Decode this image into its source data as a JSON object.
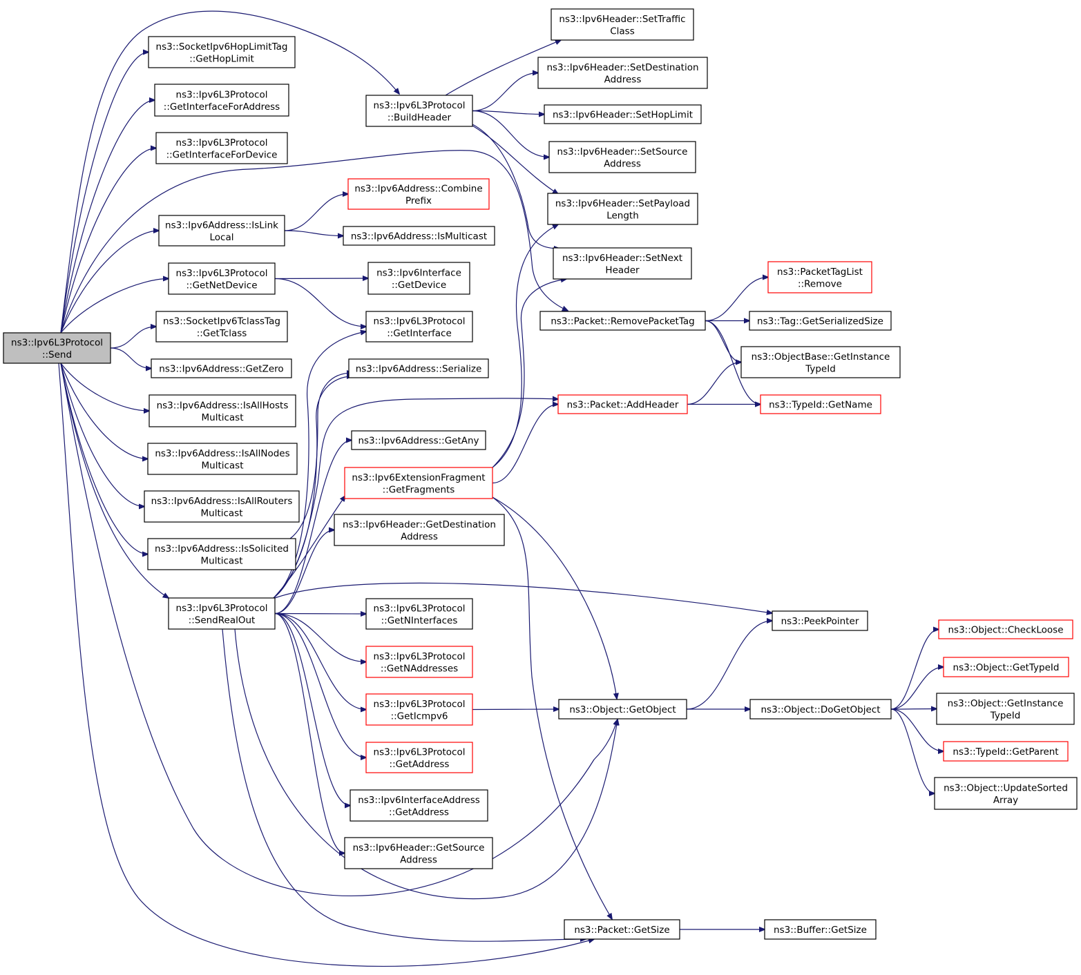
{
  "colors": {
    "edge": "#191970",
    "node_border": "#000000",
    "node_border_red": "#ff0000",
    "root_fill": "#bfbfbf",
    "node_fill": "#ffffff"
  },
  "nodes": [
    {
      "id": "send",
      "lines": [
        "ns3::Ipv6L3Protocol",
        "::Send"
      ],
      "border": "black",
      "root": true
    },
    {
      "id": "getHopLimit",
      "lines": [
        "ns3::SocketIpv6HopLimitTag",
        "::GetHopLimit"
      ],
      "border": "black"
    },
    {
      "id": "getIfaceForAddr",
      "lines": [
        "ns3::Ipv6L3Protocol",
        "::GetInterfaceForAddress"
      ],
      "border": "black"
    },
    {
      "id": "getIfaceForDev",
      "lines": [
        "ns3::Ipv6L3Protocol",
        "::GetInterfaceForDevice"
      ],
      "border": "black"
    },
    {
      "id": "isLinkLocal",
      "lines": [
        "ns3::Ipv6Address::IsLink",
        "Local"
      ],
      "border": "black"
    },
    {
      "id": "getNetDevice",
      "lines": [
        "ns3::Ipv6L3Protocol",
        "::GetNetDevice"
      ],
      "border": "black"
    },
    {
      "id": "getTclass",
      "lines": [
        "ns3::SocketIpv6TclassTag",
        "::GetTclass"
      ],
      "border": "black"
    },
    {
      "id": "getZero",
      "lines": [
        "ns3::Ipv6Address::GetZero"
      ],
      "border": "black"
    },
    {
      "id": "isAllHosts",
      "lines": [
        "ns3::Ipv6Address::IsAllHosts",
        "Multicast"
      ],
      "border": "black"
    },
    {
      "id": "isAllNodes",
      "lines": [
        "ns3::Ipv6Address::IsAllNodes",
        "Multicast"
      ],
      "border": "black"
    },
    {
      "id": "isAllRouters",
      "lines": [
        "ns3::Ipv6Address::IsAllRouters",
        "Multicast"
      ],
      "border": "black"
    },
    {
      "id": "isSolicited",
      "lines": [
        "ns3::Ipv6Address::IsSolicited",
        "Multicast"
      ],
      "border": "black"
    },
    {
      "id": "sendRealOut",
      "lines": [
        "ns3::Ipv6L3Protocol",
        "::SendRealOut"
      ],
      "border": "black"
    },
    {
      "id": "buildHeader",
      "lines": [
        "ns3::Ipv6L3Protocol",
        "::BuildHeader"
      ],
      "border": "black"
    },
    {
      "id": "combinePrefix",
      "lines": [
        "ns3::Ipv6Address::Combine",
        "Prefix"
      ],
      "border": "red"
    },
    {
      "id": "isMulticast",
      "lines": [
        "ns3::Ipv6Address::IsMulticast"
      ],
      "border": "black"
    },
    {
      "id": "ifaceGetDevice",
      "lines": [
        "ns3::Ipv6Interface",
        "::GetDevice"
      ],
      "border": "black"
    },
    {
      "id": "getInterface",
      "lines": [
        "ns3::Ipv6L3Protocol",
        "::GetInterface"
      ],
      "border": "black"
    },
    {
      "id": "serialize",
      "lines": [
        "ns3::Ipv6Address::Serialize"
      ],
      "border": "black"
    },
    {
      "id": "getAny",
      "lines": [
        "ns3::Ipv6Address::GetAny"
      ],
      "border": "black"
    },
    {
      "id": "getFragments",
      "lines": [
        "ns3::Ipv6ExtensionFragment",
        "::GetFragments"
      ],
      "border": "red"
    },
    {
      "id": "getDestAddr",
      "lines": [
        "ns3::Ipv6Header::GetDestination",
        "Address"
      ],
      "border": "black"
    },
    {
      "id": "getNInterfaces",
      "lines": [
        "ns3::Ipv6L3Protocol",
        "::GetNInterfaces"
      ],
      "border": "black"
    },
    {
      "id": "getNAddresses",
      "lines": [
        "ns3::Ipv6L3Protocol",
        "::GetNAddresses"
      ],
      "border": "red"
    },
    {
      "id": "getIcmpv6",
      "lines": [
        "ns3::Ipv6L3Protocol",
        "::GetIcmpv6"
      ],
      "border": "red"
    },
    {
      "id": "l3GetAddress",
      "lines": [
        "ns3::Ipv6L3Protocol",
        "::GetAddress"
      ],
      "border": "red"
    },
    {
      "id": "ifaceAddrGetAddress",
      "lines": [
        "ns3::Ipv6InterfaceAddress",
        "::GetAddress"
      ],
      "border": "black"
    },
    {
      "id": "getSourceAddr",
      "lines": [
        "ns3::Ipv6Header::GetSource",
        "Address"
      ],
      "border": "black"
    },
    {
      "id": "setTrafficClass",
      "lines": [
        "ns3::Ipv6Header::SetTraffic",
        "Class"
      ],
      "border": "black"
    },
    {
      "id": "setDestAddr",
      "lines": [
        "ns3::Ipv6Header::SetDestination",
        "Address"
      ],
      "border": "black"
    },
    {
      "id": "setHopLimit",
      "lines": [
        "ns3::Ipv6Header::SetHopLimit"
      ],
      "border": "black"
    },
    {
      "id": "setSourceAddr",
      "lines": [
        "ns3::Ipv6Header::SetSource",
        "Address"
      ],
      "border": "black"
    },
    {
      "id": "setPayloadLength",
      "lines": [
        "ns3::Ipv6Header::SetPayload",
        "Length"
      ],
      "border": "black"
    },
    {
      "id": "setNextHeader",
      "lines": [
        "ns3::Ipv6Header::SetNext",
        "Header"
      ],
      "border": "black"
    },
    {
      "id": "removePacketTag",
      "lines": [
        "ns3::Packet::RemovePacketTag"
      ],
      "border": "black"
    },
    {
      "id": "addHeader",
      "lines": [
        "ns3::Packet::AddHeader"
      ],
      "border": "red"
    },
    {
      "id": "getObject",
      "lines": [
        "ns3::Object::GetObject"
      ],
      "border": "black"
    },
    {
      "id": "packetGetSize",
      "lines": [
        "ns3::Packet::GetSize"
      ],
      "border": "black"
    },
    {
      "id": "tagListRemove",
      "lines": [
        "ns3::PacketTagList",
        "::Remove"
      ],
      "border": "red"
    },
    {
      "id": "tagGetSerializedSize",
      "lines": [
        "ns3::Tag::GetSerializedSize"
      ],
      "border": "black"
    },
    {
      "id": "objBaseGetInstanceTypeId",
      "lines": [
        "ns3::ObjectBase::GetInstance",
        "TypeId"
      ],
      "border": "black"
    },
    {
      "id": "typeIdGetName",
      "lines": [
        "ns3::TypeId::GetName"
      ],
      "border": "red"
    },
    {
      "id": "peekPointer",
      "lines": [
        "ns3::PeekPointer"
      ],
      "border": "black"
    },
    {
      "id": "doGetObject",
      "lines": [
        "ns3::Object::DoGetObject"
      ],
      "border": "black"
    },
    {
      "id": "bufferGetSize",
      "lines": [
        "ns3::Buffer::GetSize"
      ],
      "border": "black"
    },
    {
      "id": "checkLoose",
      "lines": [
        "ns3::Object::CheckLoose"
      ],
      "border": "red"
    },
    {
      "id": "objGetTypeId",
      "lines": [
        "ns3::Object::GetTypeId"
      ],
      "border": "red"
    },
    {
      "id": "objGetInstanceTypeId",
      "lines": [
        "ns3::Object::GetInstance",
        "TypeId"
      ],
      "border": "black"
    },
    {
      "id": "typeIdGetParent",
      "lines": [
        "ns3::TypeId::GetParent"
      ],
      "border": "red"
    },
    {
      "id": "updateSortedArray",
      "lines": [
        "ns3::Object::UpdateSorted",
        "Array"
      ],
      "border": "black"
    }
  ],
  "edges": [
    [
      "send",
      "getHopLimit"
    ],
    [
      "send",
      "getIfaceForAddr"
    ],
    [
      "send",
      "getIfaceForDev"
    ],
    [
      "send",
      "isLinkLocal"
    ],
    [
      "send",
      "getNetDevice"
    ],
    [
      "send",
      "getTclass"
    ],
    [
      "send",
      "getZero"
    ],
    [
      "send",
      "isAllHosts"
    ],
    [
      "send",
      "isAllNodes"
    ],
    [
      "send",
      "isAllRouters"
    ],
    [
      "send",
      "isSolicited"
    ],
    [
      "send",
      "sendRealOut"
    ],
    [
      "send",
      "buildHeader"
    ],
    [
      "send",
      "removePacketTag"
    ],
    [
      "send",
      "getObject"
    ],
    [
      "send",
      "packetGetSize"
    ],
    [
      "isLinkLocal",
      "combinePrefix"
    ],
    [
      "isLinkLocal",
      "isMulticast"
    ],
    [
      "getNetDevice",
      "ifaceGetDevice"
    ],
    [
      "getNetDevice",
      "getInterface"
    ],
    [
      "isSolicited",
      "serialize"
    ],
    [
      "buildHeader",
      "setTrafficClass"
    ],
    [
      "buildHeader",
      "setDestAddr"
    ],
    [
      "buildHeader",
      "setHopLimit"
    ],
    [
      "buildHeader",
      "setSourceAddr"
    ],
    [
      "buildHeader",
      "setPayloadLength"
    ],
    [
      "buildHeader",
      "setNextHeader"
    ],
    [
      "sendRealOut",
      "getInterface"
    ],
    [
      "sendRealOut",
      "serialize"
    ],
    [
      "sendRealOut",
      "getAny"
    ],
    [
      "sendRealOut",
      "getFragments"
    ],
    [
      "sendRealOut",
      "getDestAddr"
    ],
    [
      "sendRealOut",
      "getNInterfaces"
    ],
    [
      "sendRealOut",
      "getNAddresses"
    ],
    [
      "sendRealOut",
      "getIcmpv6"
    ],
    [
      "sendRealOut",
      "l3GetAddress"
    ],
    [
      "sendRealOut",
      "ifaceAddrGetAddress"
    ],
    [
      "sendRealOut",
      "getSourceAddr"
    ],
    [
      "sendRealOut",
      "addHeader"
    ],
    [
      "sendRealOut",
      "peekPointer"
    ],
    [
      "sendRealOut",
      "getObject"
    ],
    [
      "sendRealOut",
      "packetGetSize"
    ],
    [
      "getFragments",
      "addHeader"
    ],
    [
      "getFragments",
      "setPayloadLength"
    ],
    [
      "getFragments",
      "setNextHeader"
    ],
    [
      "getFragments",
      "getObject"
    ],
    [
      "getFragments",
      "packetGetSize"
    ],
    [
      "getIcmpv6",
      "getObject"
    ],
    [
      "removePacketTag",
      "tagListRemove"
    ],
    [
      "removePacketTag",
      "tagGetSerializedSize"
    ],
    [
      "removePacketTag",
      "objBaseGetInstanceTypeId"
    ],
    [
      "removePacketTag",
      "typeIdGetName"
    ],
    [
      "addHeader",
      "objBaseGetInstanceTypeId"
    ],
    [
      "addHeader",
      "typeIdGetName"
    ],
    [
      "getObject",
      "peekPointer"
    ],
    [
      "getObject",
      "doGetObject"
    ],
    [
      "packetGetSize",
      "bufferGetSize"
    ],
    [
      "doGetObject",
      "checkLoose"
    ],
    [
      "doGetObject",
      "objGetTypeId"
    ],
    [
      "doGetObject",
      "objGetInstanceTypeId"
    ],
    [
      "doGetObject",
      "typeIdGetParent"
    ],
    [
      "doGetObject",
      "updateSortedArray"
    ]
  ]
}
